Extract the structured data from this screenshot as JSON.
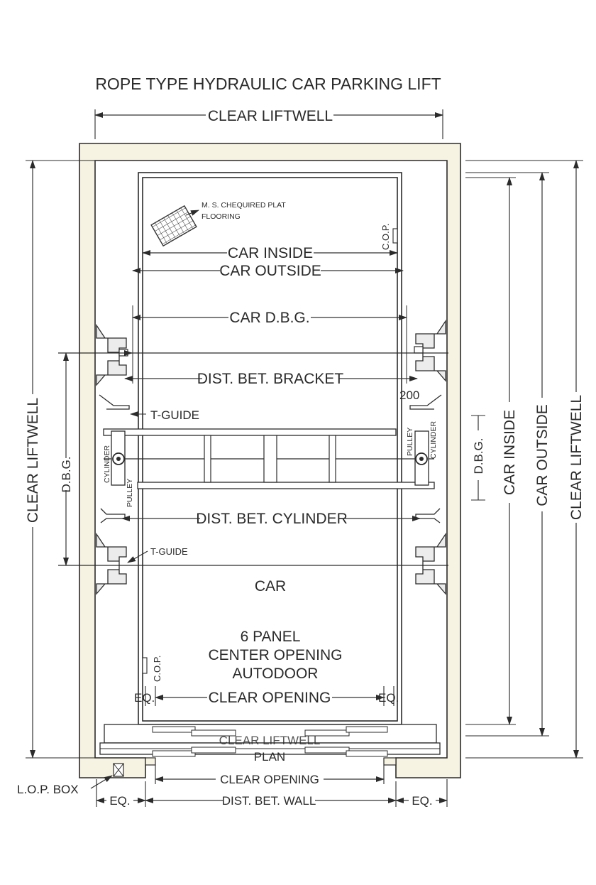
{
  "title": "ROPE TYPE HYDRAULIC CAR PARKING LIFT",
  "labels": {
    "clear_liftwell_top": "CLEAR LIFTWELL",
    "clear_liftwell_left": "CLEAR LIFTWELL",
    "clear_liftwell_right": "CLEAR LIFTWELL",
    "car_inside_right": "CAR INSIDE",
    "car_outside_right": "CAR OUTSIDE",
    "dbg_left": "D.B.G.",
    "dbg_right": "D.B.G.",
    "flooring_line1": "M. S. CHEQUIRED PLAT",
    "flooring_line2": "FLOORING",
    "cop_top": "C.O.P.",
    "cop_bottom": "C.O.P.",
    "car_inside": "CAR INSIDE",
    "car_outside": "CAR OUTSIDE",
    "car_dbg": "CAR D.B.G.",
    "dist_bet_bracket": "DIST. BET. BRACKET",
    "bracket_value": "200",
    "t_guide_upper": "T-GUIDE",
    "t_guide_lower": "T-GUIDE",
    "cylinder_left": "CYLINDER",
    "pulley_left": "PULLEY",
    "cylinder_right": "CYLINDER",
    "pulley_right": "PULLEY",
    "dist_bet_cylinder": "DIST. BET. CYLINDER",
    "car": "CAR",
    "door_line1": "6 PANEL",
    "door_line2": "CENTER OPENING",
    "door_line3": "AUTODOOR",
    "eq_left_inner": "EQ.",
    "clear_opening_inner": "CLEAR OPENING",
    "eq_right_inner": "EQ.",
    "clear_liftwell_plan": "CLEAR LIFTWELL",
    "plan": "PLAN",
    "clear_opening_bottom": "CLEAR OPENING",
    "lop_box": "L.O.P. BOX",
    "eq_bottom_left": "EQ.",
    "dist_bet_wall": "DIST. BET. WALL",
    "eq_bottom_right": "EQ."
  }
}
